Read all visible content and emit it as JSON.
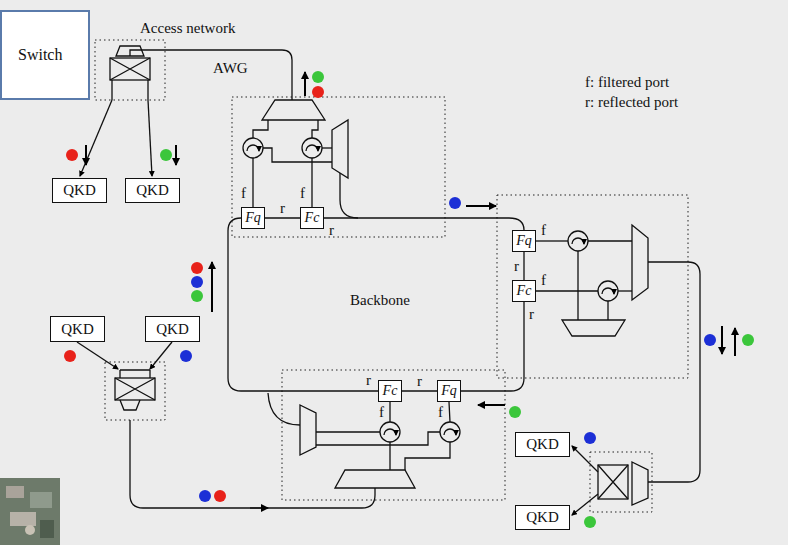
{
  "diagram": {
    "nodes": [
      {
        "text": [
          "Switch"
        ]
      },
      {
        "text": [
          "QKD"
        ]
      },
      {
        "text": [
          "QKD"
        ]
      },
      {
        "text": [
          "Fq"
        ]
      },
      {
        "text": [
          "Fc"
        ]
      },
      {
        "text": [
          "Fq"
        ]
      },
      {
        "text": [
          "Fc"
        ]
      },
      {
        "text": [
          "QKD"
        ]
      },
      {
        "text": [
          "QKD"
        ]
      },
      {
        "text": [
          "Fc"
        ]
      },
      {
        "text": [
          "Fq"
        ]
      },
      {
        "text": [
          "QKD"
        ]
      },
      {
        "text": [
          "QKD"
        ]
      }
    ],
    "edges": [
      {
        "from": 3,
        "to": 4,
        "arrow": "none",
        "label": "r"
      },
      {
        "from": 5,
        "to": 6,
        "arrow": "none",
        "label": "r"
      },
      {
        "from": 9,
        "to": 10,
        "arrow": "none",
        "label": "r"
      }
    ],
    "labels": [
      "Access network",
      "AWG",
      "f: filtered port",
      "r: reflected port",
      "f",
      "f",
      "r",
      "f",
      "f",
      "r",
      "Backbone",
      "r",
      "f",
      "f"
    ]
  }
}
